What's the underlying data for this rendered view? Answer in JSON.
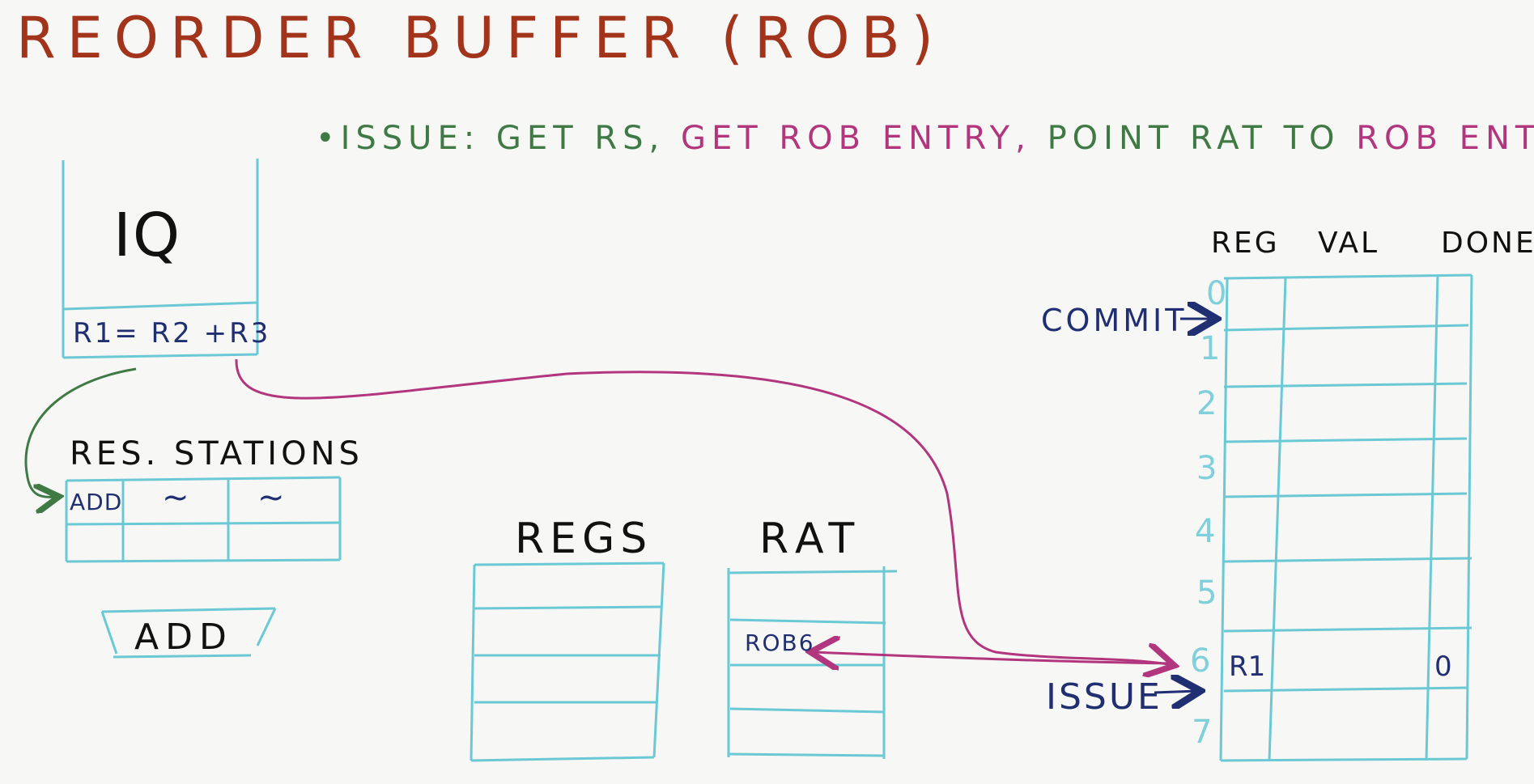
{
  "title": "REORDER BUFFER (ROB)",
  "issue_note": {
    "bullet": "•",
    "prefix": "ISSUE:",
    "part1": "GET RS,",
    "part2": "GET ROB ENTRY,",
    "part3": "POINT RAT TO",
    "part4": "ROB ENTRY"
  },
  "iq": {
    "label": "IQ",
    "entry": "R1= R2 +R3"
  },
  "res_stations": {
    "title": "RES. STATIONS",
    "row1": [
      "ADD",
      "~",
      "~"
    ]
  },
  "functional_unit": {
    "label": "ADD"
  },
  "regs": {
    "label": "REGS"
  },
  "rat": {
    "label": "RAT",
    "entry": "ROB6"
  },
  "rob": {
    "headers": [
      "REG",
      "VAL",
      "DONE"
    ],
    "row_numbers": [
      "0",
      "1",
      "2",
      "3",
      "4",
      "5",
      "6",
      "7"
    ],
    "entry6": {
      "reg": "R1",
      "done": "0"
    },
    "commit_label": "COMMIT",
    "issue_label": "ISSUE"
  },
  "colors": {
    "title": "#a2341c",
    "green": "#3f7a45",
    "magenta": "#b2367e",
    "navy": "#1f2f72",
    "cyan": "#6bc9d6",
    "background": "#f7f7f5"
  }
}
